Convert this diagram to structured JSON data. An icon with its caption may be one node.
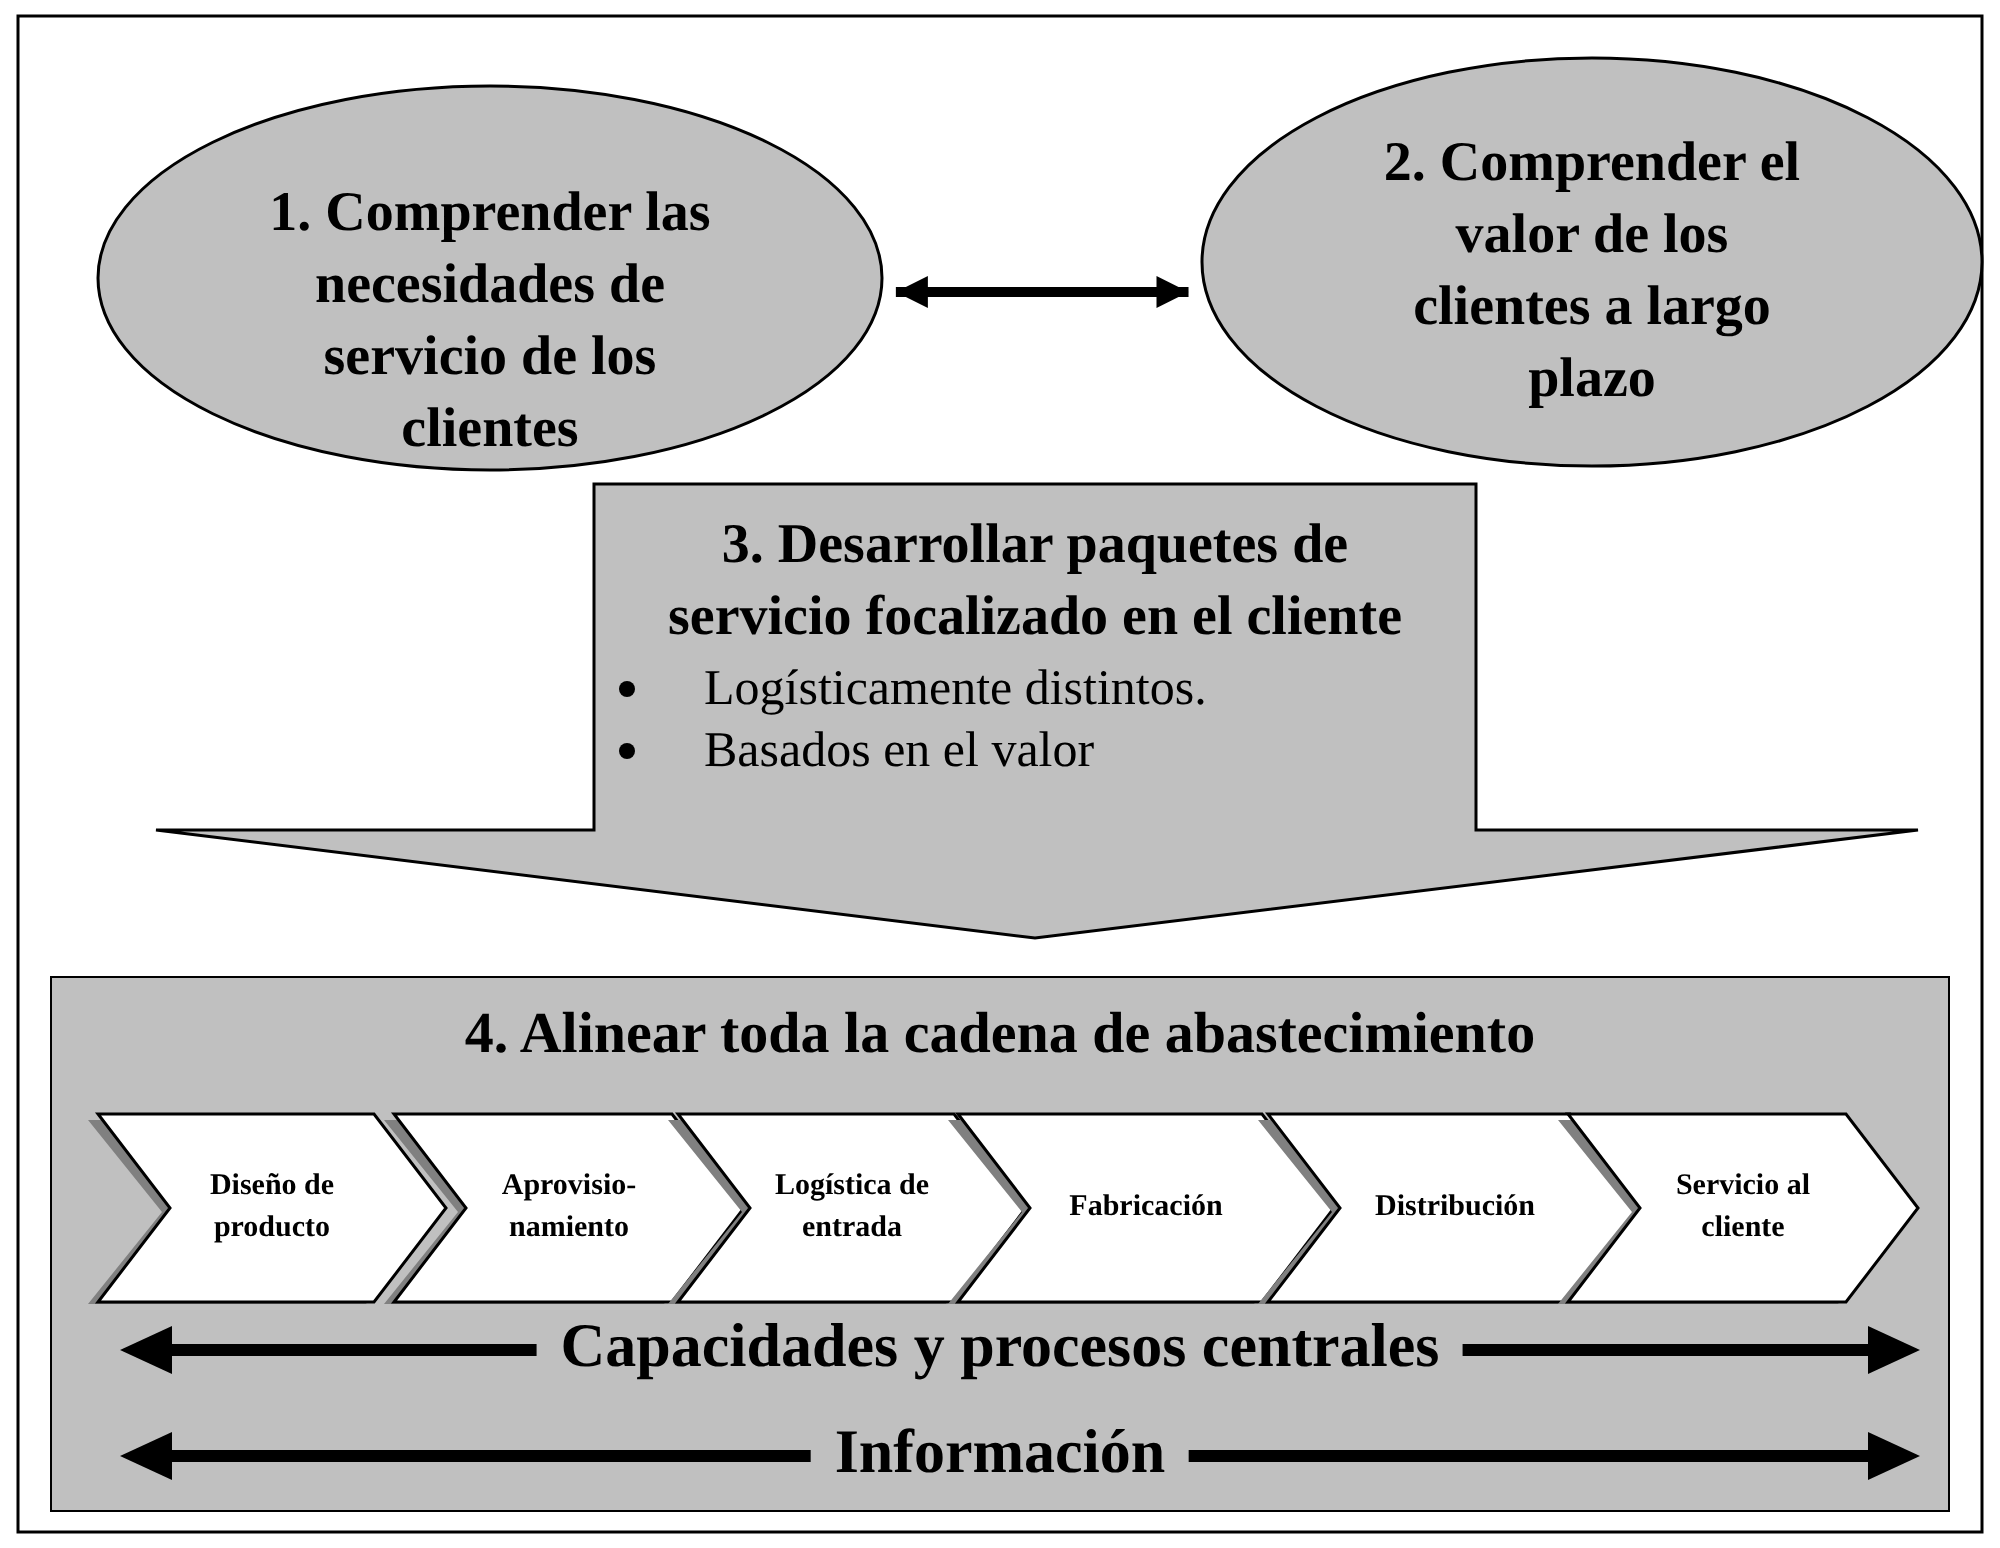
{
  "diagram": {
    "nodes": [
      {
        "text": [
          "1. Comprender las necesidades de servicio de los clientes"
        ]
      },
      {
        "text": [
          "2. Comprender el valor de los clientes a largo plazo"
        ]
      },
      {
        "text": [
          "3. Desarrollar paquetes de servicio focalizado en el cliente",
          "Logísticamente distintos.",
          "Basados en el valor"
        ]
      },
      {
        "text": [
          "4. Alinear toda la cadena de abastecimiento"
        ]
      },
      {
        "text": [
          "Diseño de producto"
        ],
        "in": 3
      },
      {
        "text": [
          "Aprovisio- namiento"
        ],
        "in": 3
      },
      {
        "text": [
          "Logística de entrada"
        ],
        "in": 3
      },
      {
        "text": [
          "Fabricación"
        ],
        "in": 3
      },
      {
        "text": [
          "Distribución"
        ],
        "in": 3
      },
      {
        "text": [
          "Servicio al cliente"
        ],
        "in": 3
      }
    ],
    "edges": [
      {
        "from": 0,
        "to": 1,
        "arrow": "both"
      }
    ],
    "labels": [
      "Capacidades y procesos centrales",
      "Información"
    ]
  }
}
